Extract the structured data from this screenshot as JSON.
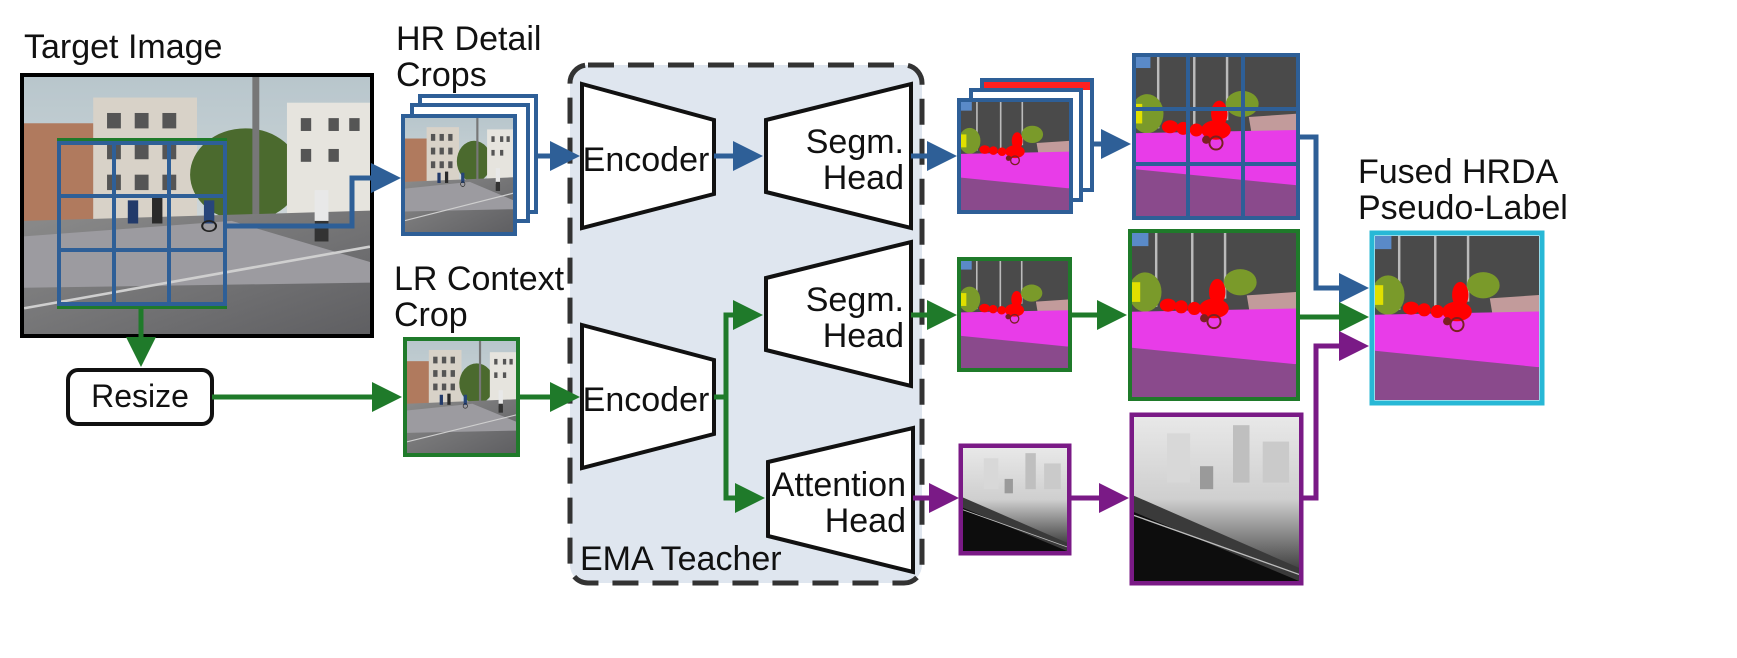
{
  "labels": {
    "target_image": "Target Image",
    "hr_detail_line1": "HR Detail",
    "hr_detail_line2": "Crops",
    "lr_context_line1": "LR Context",
    "lr_context_line2": "Crop",
    "resize": "Resize",
    "encoder_top": "Encoder",
    "encoder_bottom": "Encoder",
    "segm_head_top_line1": "Segm.",
    "segm_head_top_line2": "Head",
    "segm_head_mid_line1": "Segm.",
    "segm_head_mid_line2": "Head",
    "attention_head_line1": "Attention",
    "attention_head_line2": "Head",
    "ema_teacher": "EMA Teacher",
    "fused_line1": "Fused HRDA",
    "fused_line2": "Pseudo-Label"
  },
  "colors": {
    "hr_path": "#2e5f97",
    "lr_path": "#1f7a2a",
    "attention_path": "#7a1a86",
    "fused_border": "#28b8d6",
    "teacher_bg": "#dfe6ef",
    "teacher_border": "#333333",
    "street_road": "#7a6a8a",
    "seg_sidewalk": "#e83ce8",
    "seg_road": "#8a4a8c",
    "seg_person": "#ff0000",
    "seg_vegetation": "#7a9a2a",
    "seg_building": "#4a4a4a"
  }
}
